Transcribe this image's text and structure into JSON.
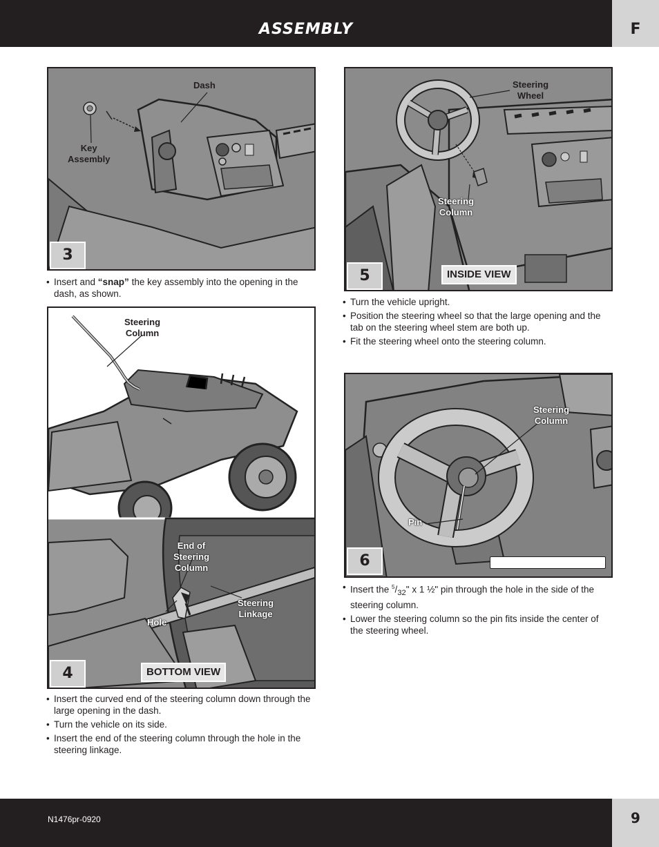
{
  "header": {
    "title": "ASSEMBLY",
    "section_letter": "F"
  },
  "footer": {
    "doc_code": "N1476pr-0920",
    "page_number": "9"
  },
  "steps": {
    "step3": {
      "number": "3",
      "callouts": {
        "dash": "Dash",
        "key_assembly_1": "Key",
        "key_assembly_2": "Assembly"
      },
      "bullets": {
        "b1_pre": "Insert and ",
        "b1_bold": "“snap”",
        "b1_post": " the key assembly into the opening in the dash, as shown."
      }
    },
    "step4": {
      "number": "4",
      "view_label": "BOTTOM VIEW",
      "callouts": {
        "steering_column_1": "Steering",
        "steering_column_2": "Column",
        "end_1": "End of",
        "end_2": "Steering",
        "end_3": "Column",
        "hole": "Hole",
        "linkage_1": "Steering",
        "linkage_2": "Linkage"
      },
      "bullets": [
        "Insert the curved end of the steering column down through the large opening in the dash.",
        "Turn the vehicle on its side.",
        "Insert the end of the steering column through the hole in the steering linkage."
      ]
    },
    "step5": {
      "number": "5",
      "view_label": "INSIDE VIEW",
      "callouts": {
        "wheel_1": "Steering",
        "wheel_2": "Wheel",
        "column_1": "Steering",
        "column_2": "Column"
      },
      "bullets": [
        "Turn the vehicle upright.",
        "Position the steering wheel so that the large opening and the tab on the steering wheel stem are both up.",
        "Fit the steering wheel onto the steering column."
      ]
    },
    "step6": {
      "number": "6",
      "callouts": {
        "column_1": "Steering",
        "column_2": "Column",
        "pin": "Pin"
      },
      "bullets": {
        "b1_pre": "Insert the ",
        "b1_num": "5",
        "b1_den": "32",
        "b1_post": "\" x 1 ½\" pin through the hole in the side of the steering column.",
        "b2": "Lower the steering column so the pin fits inside the center of the steering wheel."
      }
    }
  },
  "colors": {
    "dark": "#231f20",
    "panel_gray": "#8d8d8d",
    "tab_gray": "#d4d4d4"
  }
}
